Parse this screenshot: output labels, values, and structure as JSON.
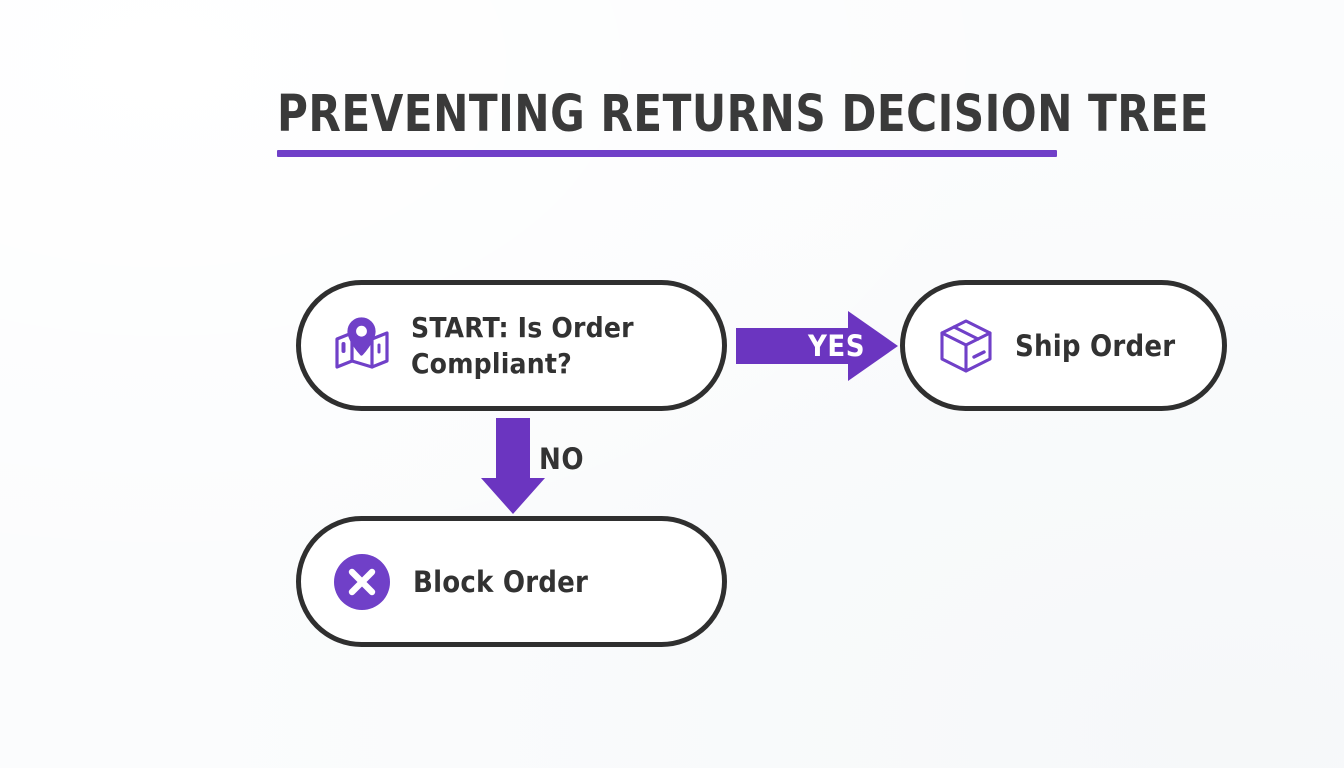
{
  "slide": {
    "background_color": "#fbfcfd",
    "accent_color": "#7040c8",
    "ink_color": "#2f2f2f",
    "title": "PREVENTING RETURNS DECISION TREE"
  },
  "diagram": {
    "type": "decision-tree",
    "nodes": [
      {
        "id": "start",
        "label": "START: Is Order\nCompliant?",
        "icon": "map-pin-icon",
        "icon_color": "#7040c8",
        "shape": "pill",
        "role": "decision"
      },
      {
        "id": "ship",
        "label": "Ship Order",
        "icon": "package-box-icon",
        "icon_color": "#7040c8",
        "shape": "pill",
        "role": "outcome"
      },
      {
        "id": "block",
        "label": "Block Order",
        "icon": "circle-x-icon",
        "icon_color": "#7040c8",
        "shape": "pill",
        "role": "outcome"
      }
    ],
    "edges": [
      {
        "id": "yes",
        "label": "YES",
        "from": "start",
        "to": "ship",
        "direction": "right",
        "color": "#6b35c0",
        "label_color": "#ffffff"
      },
      {
        "id": "no",
        "label": "NO",
        "from": "start",
        "to": "block",
        "direction": "down",
        "color": "#6b35c0",
        "label_color": "#333333"
      }
    ]
  }
}
